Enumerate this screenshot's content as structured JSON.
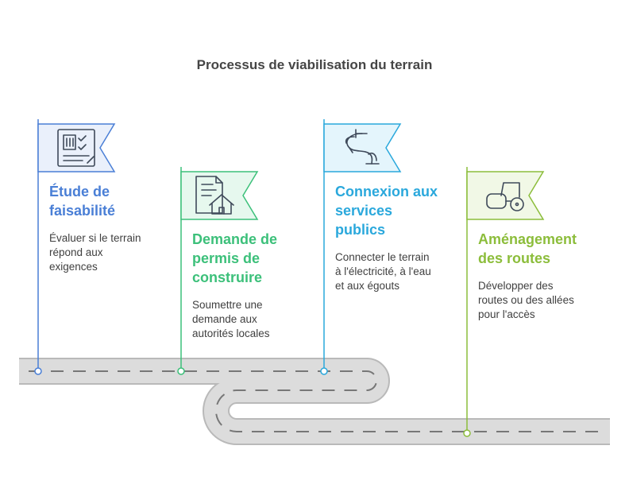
{
  "title": "Processus de viabilisation du terrain",
  "colors": {
    "road": "#dcdcdc",
    "road_edge": "#b9b9b9",
    "lane": "#777777",
    "background": "#ffffff"
  },
  "steps": [
    {
      "title": "Étude de\nfaisabilité",
      "description": "Évaluer si le terrain\nrépond aux\nexigences",
      "color": "#4a7fd6",
      "fill": "#eaf0fb",
      "icon": "feasibility-checklist-icon"
    },
    {
      "title": "Demande de\npermis de\nconstruire",
      "description": "Soumettre une\ndemande aux\nautorités locales",
      "color": "#3cc07a",
      "fill": "#e6f8ee",
      "icon": "permit-document-house-icon"
    },
    {
      "title": "Connexion aux\nservices\npublics",
      "description": "Connecter le terrain\nà l'électricité, à l'eau\net aux égouts",
      "color": "#2aa8dc",
      "fill": "#e4f5fc",
      "icon": "utility-pipe-icon"
    },
    {
      "title": "Aménagement\ndes routes",
      "description": "Développer des\nroutes ou des allées\npour l'accès",
      "color": "#8cbd3b",
      "fill": "#f1f8e6",
      "icon": "road-roller-icon"
    }
  ]
}
